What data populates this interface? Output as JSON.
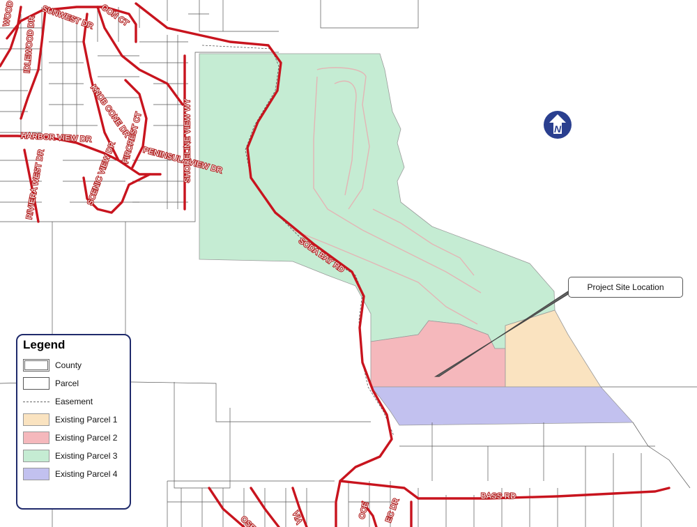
{
  "legend": {
    "title": "Legend",
    "items": [
      {
        "label": "County",
        "symbol": "double-outline"
      },
      {
        "label": "Parcel",
        "symbol": "outline"
      },
      {
        "label": "Easement",
        "symbol": "dashed-line"
      },
      {
        "label": "Existing Parcel 1",
        "color": "#fae3c0"
      },
      {
        "label": "Existing Parcel 2",
        "color": "#f5b8bc"
      },
      {
        "label": "Existing Parcel 3",
        "color": "#c5ecd3"
      },
      {
        "label": "Existing Parcel 4",
        "color": "#c2c1ef"
      }
    ]
  },
  "callout": {
    "text": "Project Site Location"
  },
  "north_arrow": {
    "letter": "N",
    "icon": "north-arrow-icon",
    "color": "#2a3f8f"
  },
  "roads": {
    "wood_dr": "WOOD DR",
    "sunwest_dr": "SUNWEST DR",
    "oon_ct": "OON CT",
    "idlewood_dr": "IDLEWOOD DR",
    "knob_cone_dr": "KNOB CONE DR",
    "harbor_view_dr": "HARBOR VIEW DR",
    "fircrest_ct": "FIRCREST CT",
    "peninsula_view_dr": "PENINSULA VIEW DR",
    "shoreline_view_wy": "SHORELINE VIEW WY",
    "scenic_view_dr": "SCENIC VIEW DR",
    "riviera_west_dr": "RIVIERA WEST DR",
    "soda_bay_rd": "SODA BAY RD",
    "bass_rd": "BASS RD",
    "bottom_fragments": [
      "OSE",
      "VIA",
      "OCE",
      "EC DR"
    ]
  },
  "colors": {
    "road": "#c8141e",
    "parcel_line": "#555555",
    "trail": "#e3b5b5"
  }
}
